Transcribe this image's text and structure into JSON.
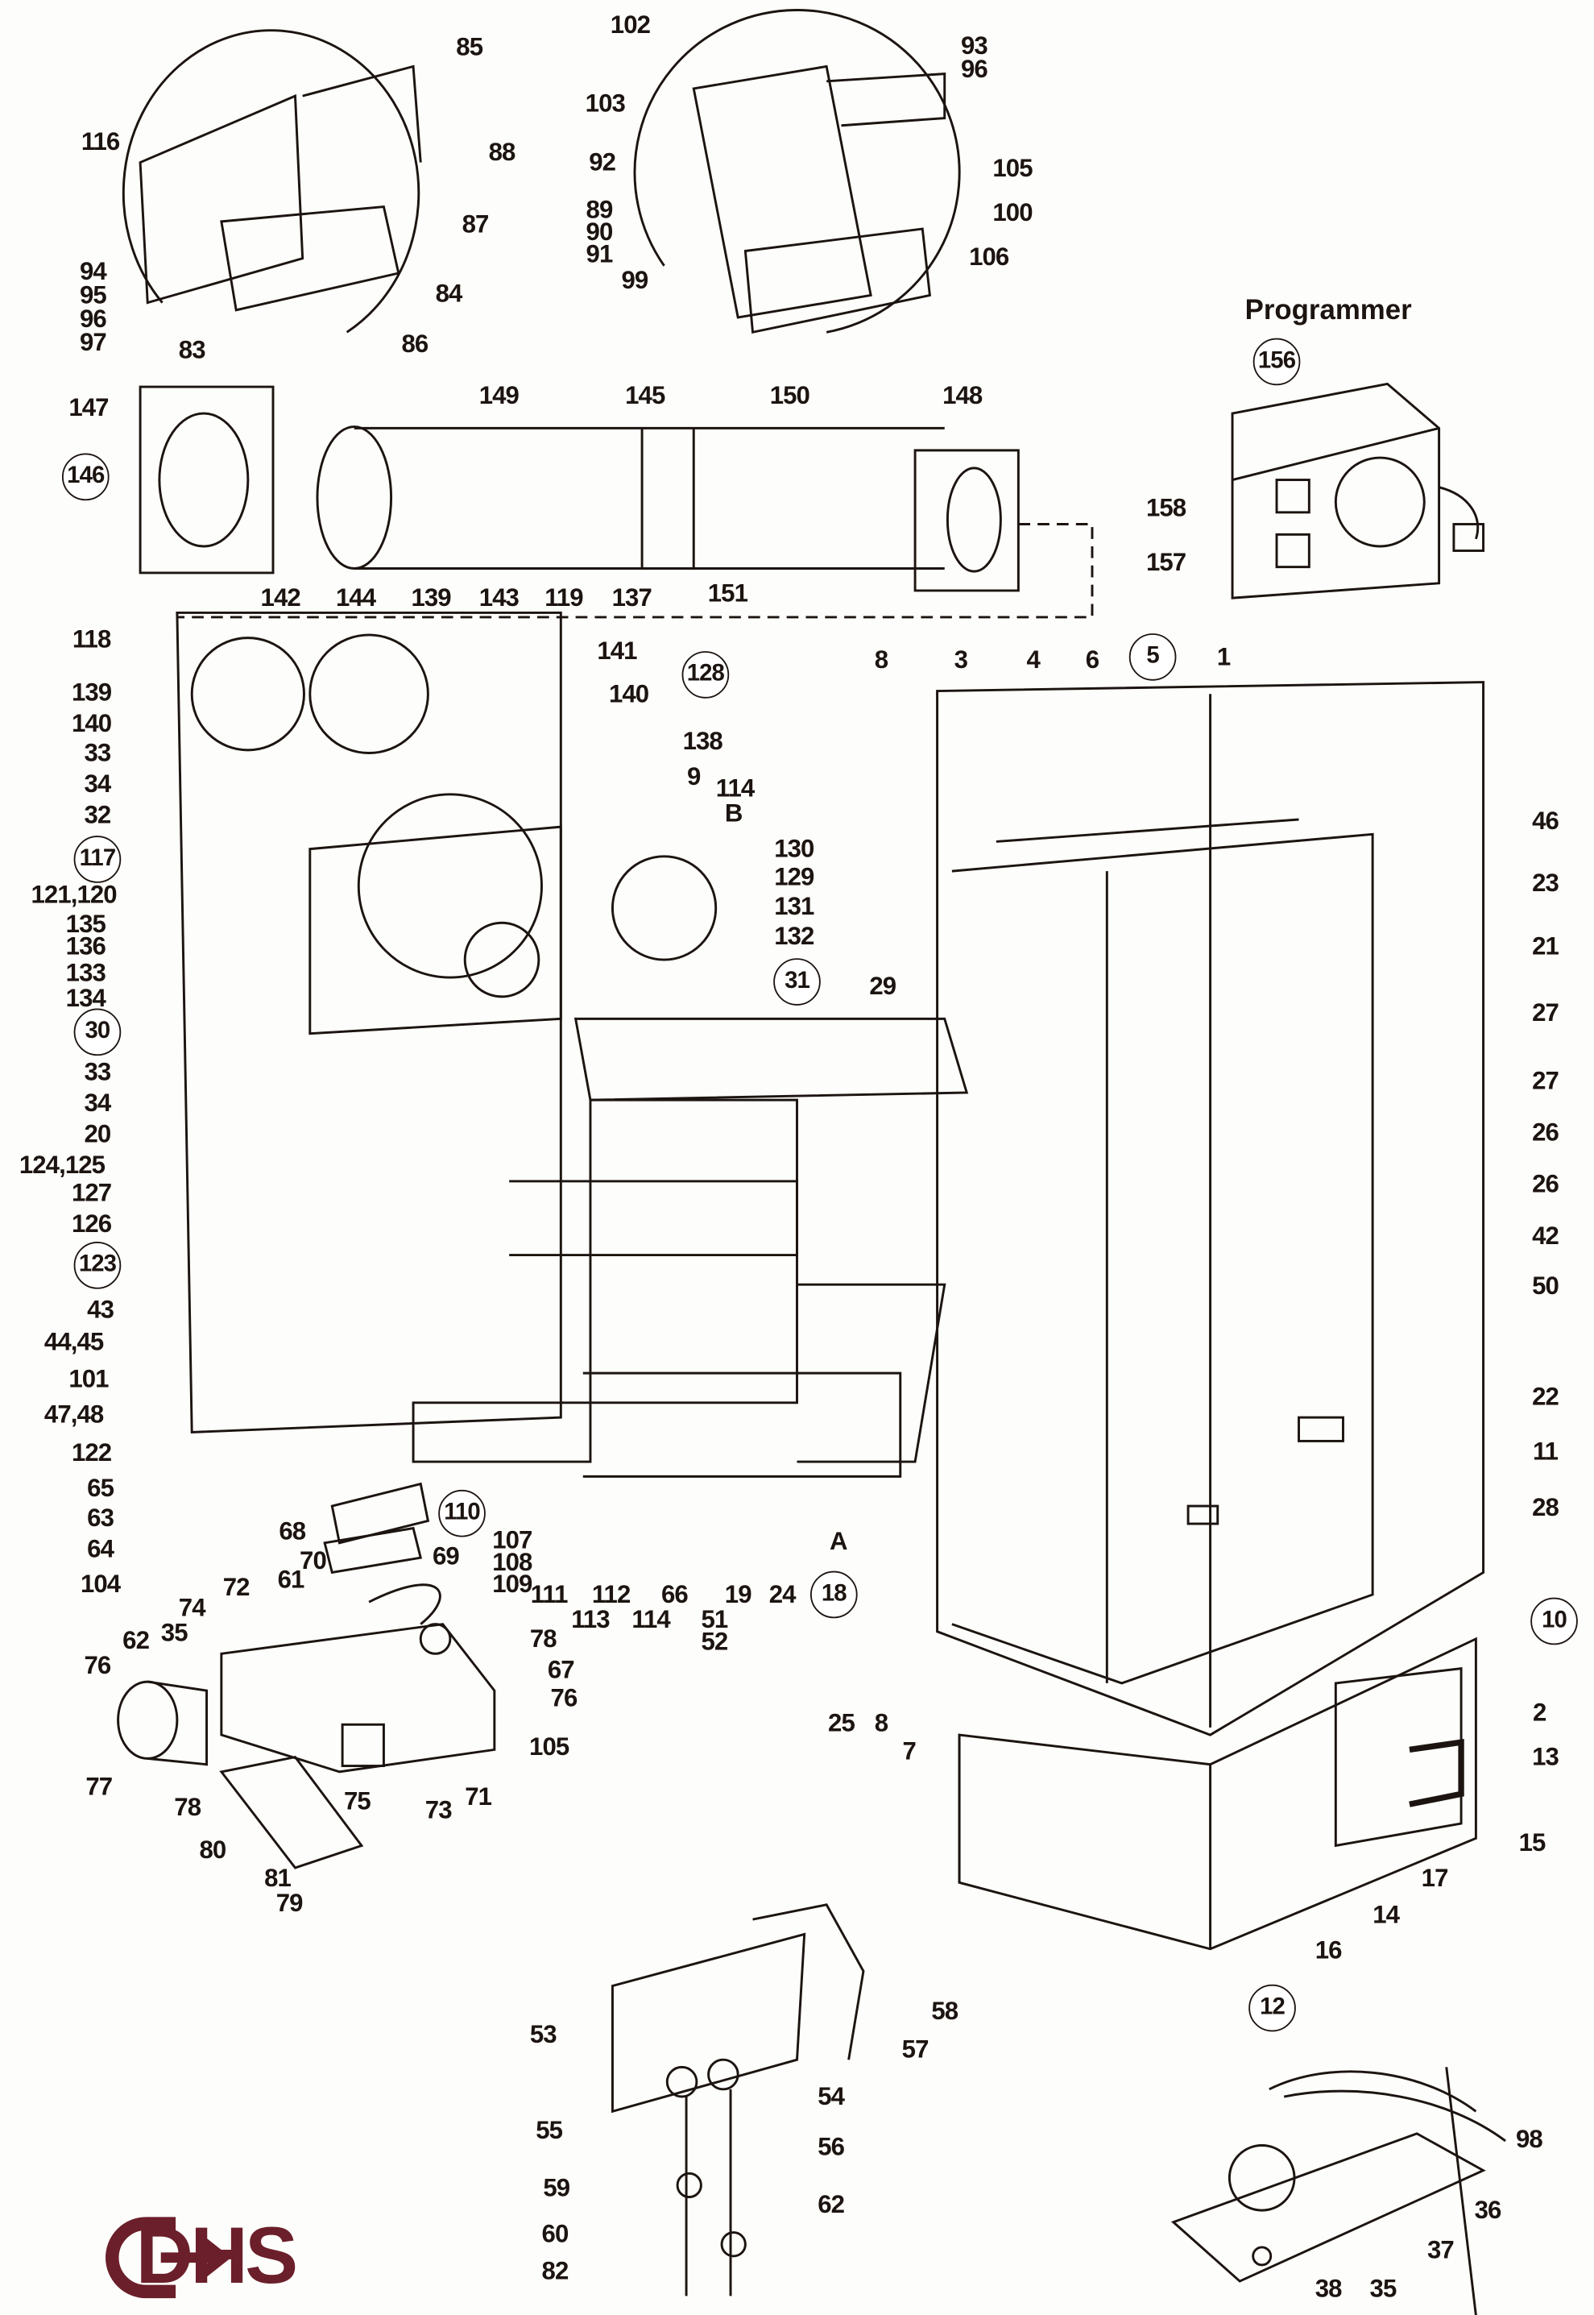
{
  "diagram": {
    "programmer_title": "Programmer",
    "logo_text": "DHS",
    "colors": {
      "ink": "#1c1410",
      "logo": "#6b1f2a",
      "paper": "#fdfdfb"
    },
    "labels": [
      {
        "text": "85"
      },
      {
        "text": "116"
      },
      {
        "text": "88"
      },
      {
        "text": "87"
      },
      {
        "text": "94"
      },
      {
        "text": "95"
      },
      {
        "text": "96"
      },
      {
        "text": "97"
      },
      {
        "text": "84"
      },
      {
        "text": "83"
      },
      {
        "text": "86"
      },
      {
        "text": "102"
      },
      {
        "text": "93"
      },
      {
        "text": "96"
      },
      {
        "text": "103"
      },
      {
        "text": "92"
      },
      {
        "text": "105"
      },
      {
        "text": "89"
      },
      {
        "text": "90"
      },
      {
        "text": "91"
      },
      {
        "text": "100"
      },
      {
        "text": "99"
      },
      {
        "text": "106"
      },
      {
        "text": "156",
        "circled": true
      },
      {
        "text": "158"
      },
      {
        "text": "157"
      },
      {
        "text": "147"
      },
      {
        "text": "149"
      },
      {
        "text": "145"
      },
      {
        "text": "150"
      },
      {
        "text": "148"
      },
      {
        "text": "146",
        "circled": true
      },
      {
        "text": "151"
      },
      {
        "text": "142"
      },
      {
        "text": "144"
      },
      {
        "text": "139"
      },
      {
        "text": "143"
      },
      {
        "text": "119"
      },
      {
        "text": "137"
      },
      {
        "text": "118"
      },
      {
        "text": "141"
      },
      {
        "text": "139"
      },
      {
        "text": "140"
      },
      {
        "text": "128",
        "circled": true
      },
      {
        "text": "140"
      },
      {
        "text": "33"
      },
      {
        "text": "138"
      },
      {
        "text": "34"
      },
      {
        "text": "9"
      },
      {
        "text": "114"
      },
      {
        "text": "32"
      },
      {
        "text": "B"
      },
      {
        "text": "117",
        "circled": true
      },
      {
        "text": "130"
      },
      {
        "text": "121,120"
      },
      {
        "text": "129"
      },
      {
        "text": "131"
      },
      {
        "text": "135"
      },
      {
        "text": "132"
      },
      {
        "text": "136"
      },
      {
        "text": "133"
      },
      {
        "text": "134"
      },
      {
        "text": "31",
        "circled": true
      },
      {
        "text": "29"
      },
      {
        "text": "30",
        "circled": true
      },
      {
        "text": "33"
      },
      {
        "text": "34"
      },
      {
        "text": "20"
      },
      {
        "text": "124,125"
      },
      {
        "text": "127"
      },
      {
        "text": "126"
      },
      {
        "text": "123",
        "circled": true
      },
      {
        "text": "43"
      },
      {
        "text": "44,45"
      },
      {
        "text": "101"
      },
      {
        "text": "47,48"
      },
      {
        "text": "122"
      },
      {
        "text": "65"
      },
      {
        "text": "63"
      },
      {
        "text": "64"
      },
      {
        "text": "104"
      },
      {
        "text": "110",
        "circled": true
      },
      {
        "text": "68"
      },
      {
        "text": "69"
      },
      {
        "text": "70"
      },
      {
        "text": "107"
      },
      {
        "text": "108"
      },
      {
        "text": "109"
      },
      {
        "text": "111"
      },
      {
        "text": "112"
      },
      {
        "text": "66"
      },
      {
        "text": "19"
      },
      {
        "text": "24"
      },
      {
        "text": "18",
        "circled": true
      },
      {
        "text": "A"
      },
      {
        "text": "113"
      },
      {
        "text": "114"
      },
      {
        "text": "51"
      },
      {
        "text": "52"
      },
      {
        "text": "72"
      },
      {
        "text": "61"
      },
      {
        "text": "74"
      },
      {
        "text": "35"
      },
      {
        "text": "62"
      },
      {
        "text": "76"
      },
      {
        "text": "78"
      },
      {
        "text": "67"
      },
      {
        "text": "76"
      },
      {
        "text": "105"
      },
      {
        "text": "77"
      },
      {
        "text": "78"
      },
      {
        "text": "80"
      },
      {
        "text": "75"
      },
      {
        "text": "73"
      },
      {
        "text": "71"
      },
      {
        "text": "81"
      },
      {
        "text": "79"
      },
      {
        "text": "8"
      },
      {
        "text": "3"
      },
      {
        "text": "4"
      },
      {
        "text": "6"
      },
      {
        "text": "5",
        "circled": true
      },
      {
        "text": "1"
      },
      {
        "text": "46"
      },
      {
        "text": "23"
      },
      {
        "text": "21"
      },
      {
        "text": "27"
      },
      {
        "text": "27"
      },
      {
        "text": "26"
      },
      {
        "text": "26"
      },
      {
        "text": "42"
      },
      {
        "text": "50"
      },
      {
        "text": "22"
      },
      {
        "text": "11"
      },
      {
        "text": "28"
      },
      {
        "text": "10",
        "circled": true
      },
      {
        "text": "2"
      },
      {
        "text": "13"
      },
      {
        "text": "15"
      },
      {
        "text": "17"
      },
      {
        "text": "14"
      },
      {
        "text": "16"
      },
      {
        "text": "12",
        "circled": true
      },
      {
        "text": "25"
      },
      {
        "text": "8"
      },
      {
        "text": "7"
      },
      {
        "text": "58"
      },
      {
        "text": "53"
      },
      {
        "text": "57"
      },
      {
        "text": "54"
      },
      {
        "text": "55"
      },
      {
        "text": "56"
      },
      {
        "text": "59"
      },
      {
        "text": "62"
      },
      {
        "text": "60"
      },
      {
        "text": "82"
      },
      {
        "text": "98"
      },
      {
        "text": "36"
      },
      {
        "text": "37"
      },
      {
        "text": "38"
      },
      {
        "text": "35"
      }
    ]
  }
}
